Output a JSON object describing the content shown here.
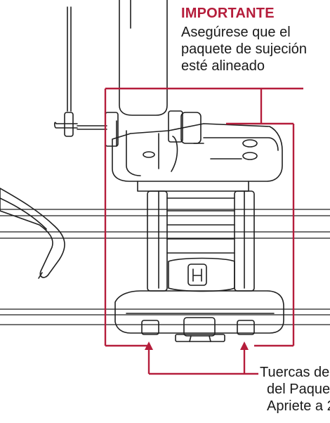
{
  "callout_top": {
    "heading": "IMPORTANTE",
    "lines": [
      "Asegúrese que el",
      "paquete de sujeción",
      "esté alineado"
    ]
  },
  "callout_bottom": {
    "lines": [
      "Tuercas de",
      "del Paquete",
      "Apriete a 2"
    ]
  },
  "colors": {
    "accent": "#b51d3b",
    "ink": "#1f1f1f",
    "background": "#ffffff"
  }
}
